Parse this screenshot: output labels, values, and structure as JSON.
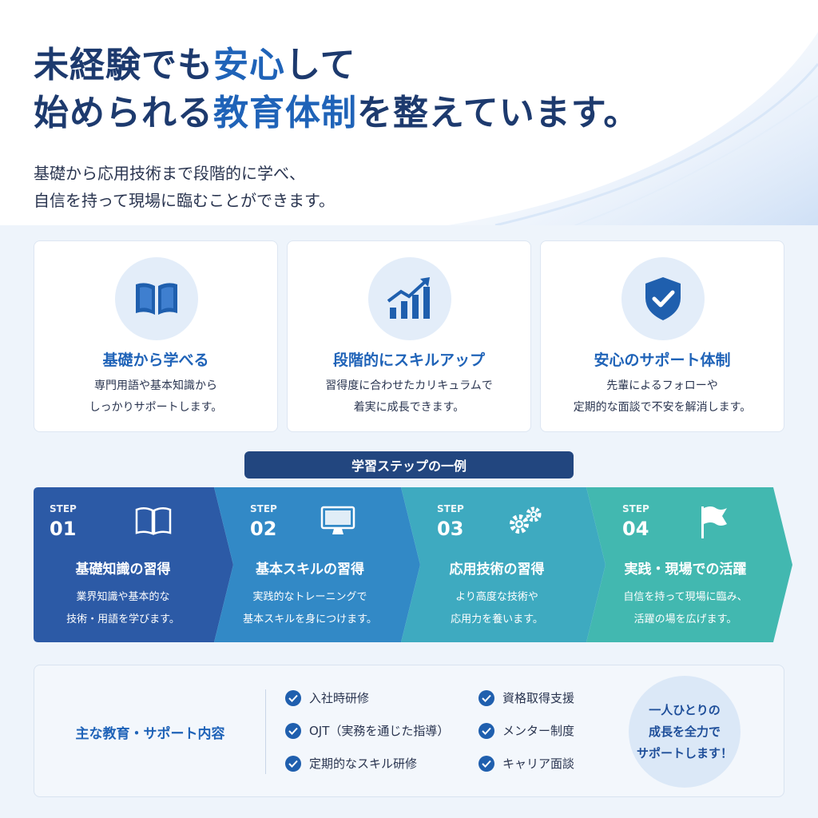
{
  "hero": {
    "line1_a": "未経験でも",
    "line1_b": "安心",
    "line1_c": "して",
    "line2_a": "始められる",
    "line2_b": "教育体制",
    "line2_c": "を整えています。",
    "lead_1": "基礎から応用技術まで段階的に学べ、",
    "lead_2": "自信を持って現場に臨むことができます。"
  },
  "features": [
    {
      "icon": "open-book-icon",
      "title": "基礎から学べる",
      "text_1": "専門用語や基本知識から",
      "text_2": "しっかりサポートします。"
    },
    {
      "icon": "growth-chart-icon",
      "title": "段階的にスキルアップ",
      "text_1": "習得度に合わせたカリキュラムで",
      "text_2": "着実に成長できます。"
    },
    {
      "icon": "shield-check-icon",
      "title": "安心のサポート体制",
      "text_1": "先輩によるフォローや",
      "text_2": "定期的な面談で不安を解消します。"
    }
  ],
  "steps_label": "学習ステップの一例",
  "steps": [
    {
      "kicker": "STEP",
      "num": "01",
      "icon": "book-icon",
      "title": "基礎知識の習得",
      "text_1": "業界知識や基本的な",
      "text_2": "技術・用語を学びます。",
      "color": "#2c5aa6"
    },
    {
      "kicker": "STEP",
      "num": "02",
      "icon": "monitor-icon",
      "title": "基本スキルの習得",
      "text_1": "実践的なトレーニングで",
      "text_2": "基本スキルを身につけます。",
      "color": "#3289c6"
    },
    {
      "kicker": "STEP",
      "num": "03",
      "icon": "gears-icon",
      "title": "応用技術の習得",
      "text_1": "より高度な技術や",
      "text_2": "応用力を養います。",
      "color": "#3eaac0"
    },
    {
      "kicker": "STEP",
      "num": "04",
      "icon": "flag-icon",
      "title": "実践・現場での活躍",
      "text_1": "自信を持って現場に臨み、",
      "text_2": "活躍の場を広げます。",
      "color": "#42b8b0"
    }
  ],
  "support": {
    "title": "主な教育・サポート内容",
    "items_left": [
      "入社時研修",
      "OJT（実務を通じた指導）",
      "定期的なスキル研修"
    ],
    "items_right": [
      "資格取得支援",
      "メンター制度",
      "キャリア面談"
    ],
    "bubble_1": "一人ひとりの",
    "bubble_2": "成長を全力で",
    "bubble_3": "サポートします！"
  },
  "colors": {
    "navy": "#1d3a6e",
    "accent_blue": "#1f63b8",
    "step1": "#2c5aa6",
    "step2": "#3289c6",
    "step3": "#3eaac0",
    "step4": "#42b8b0"
  }
}
